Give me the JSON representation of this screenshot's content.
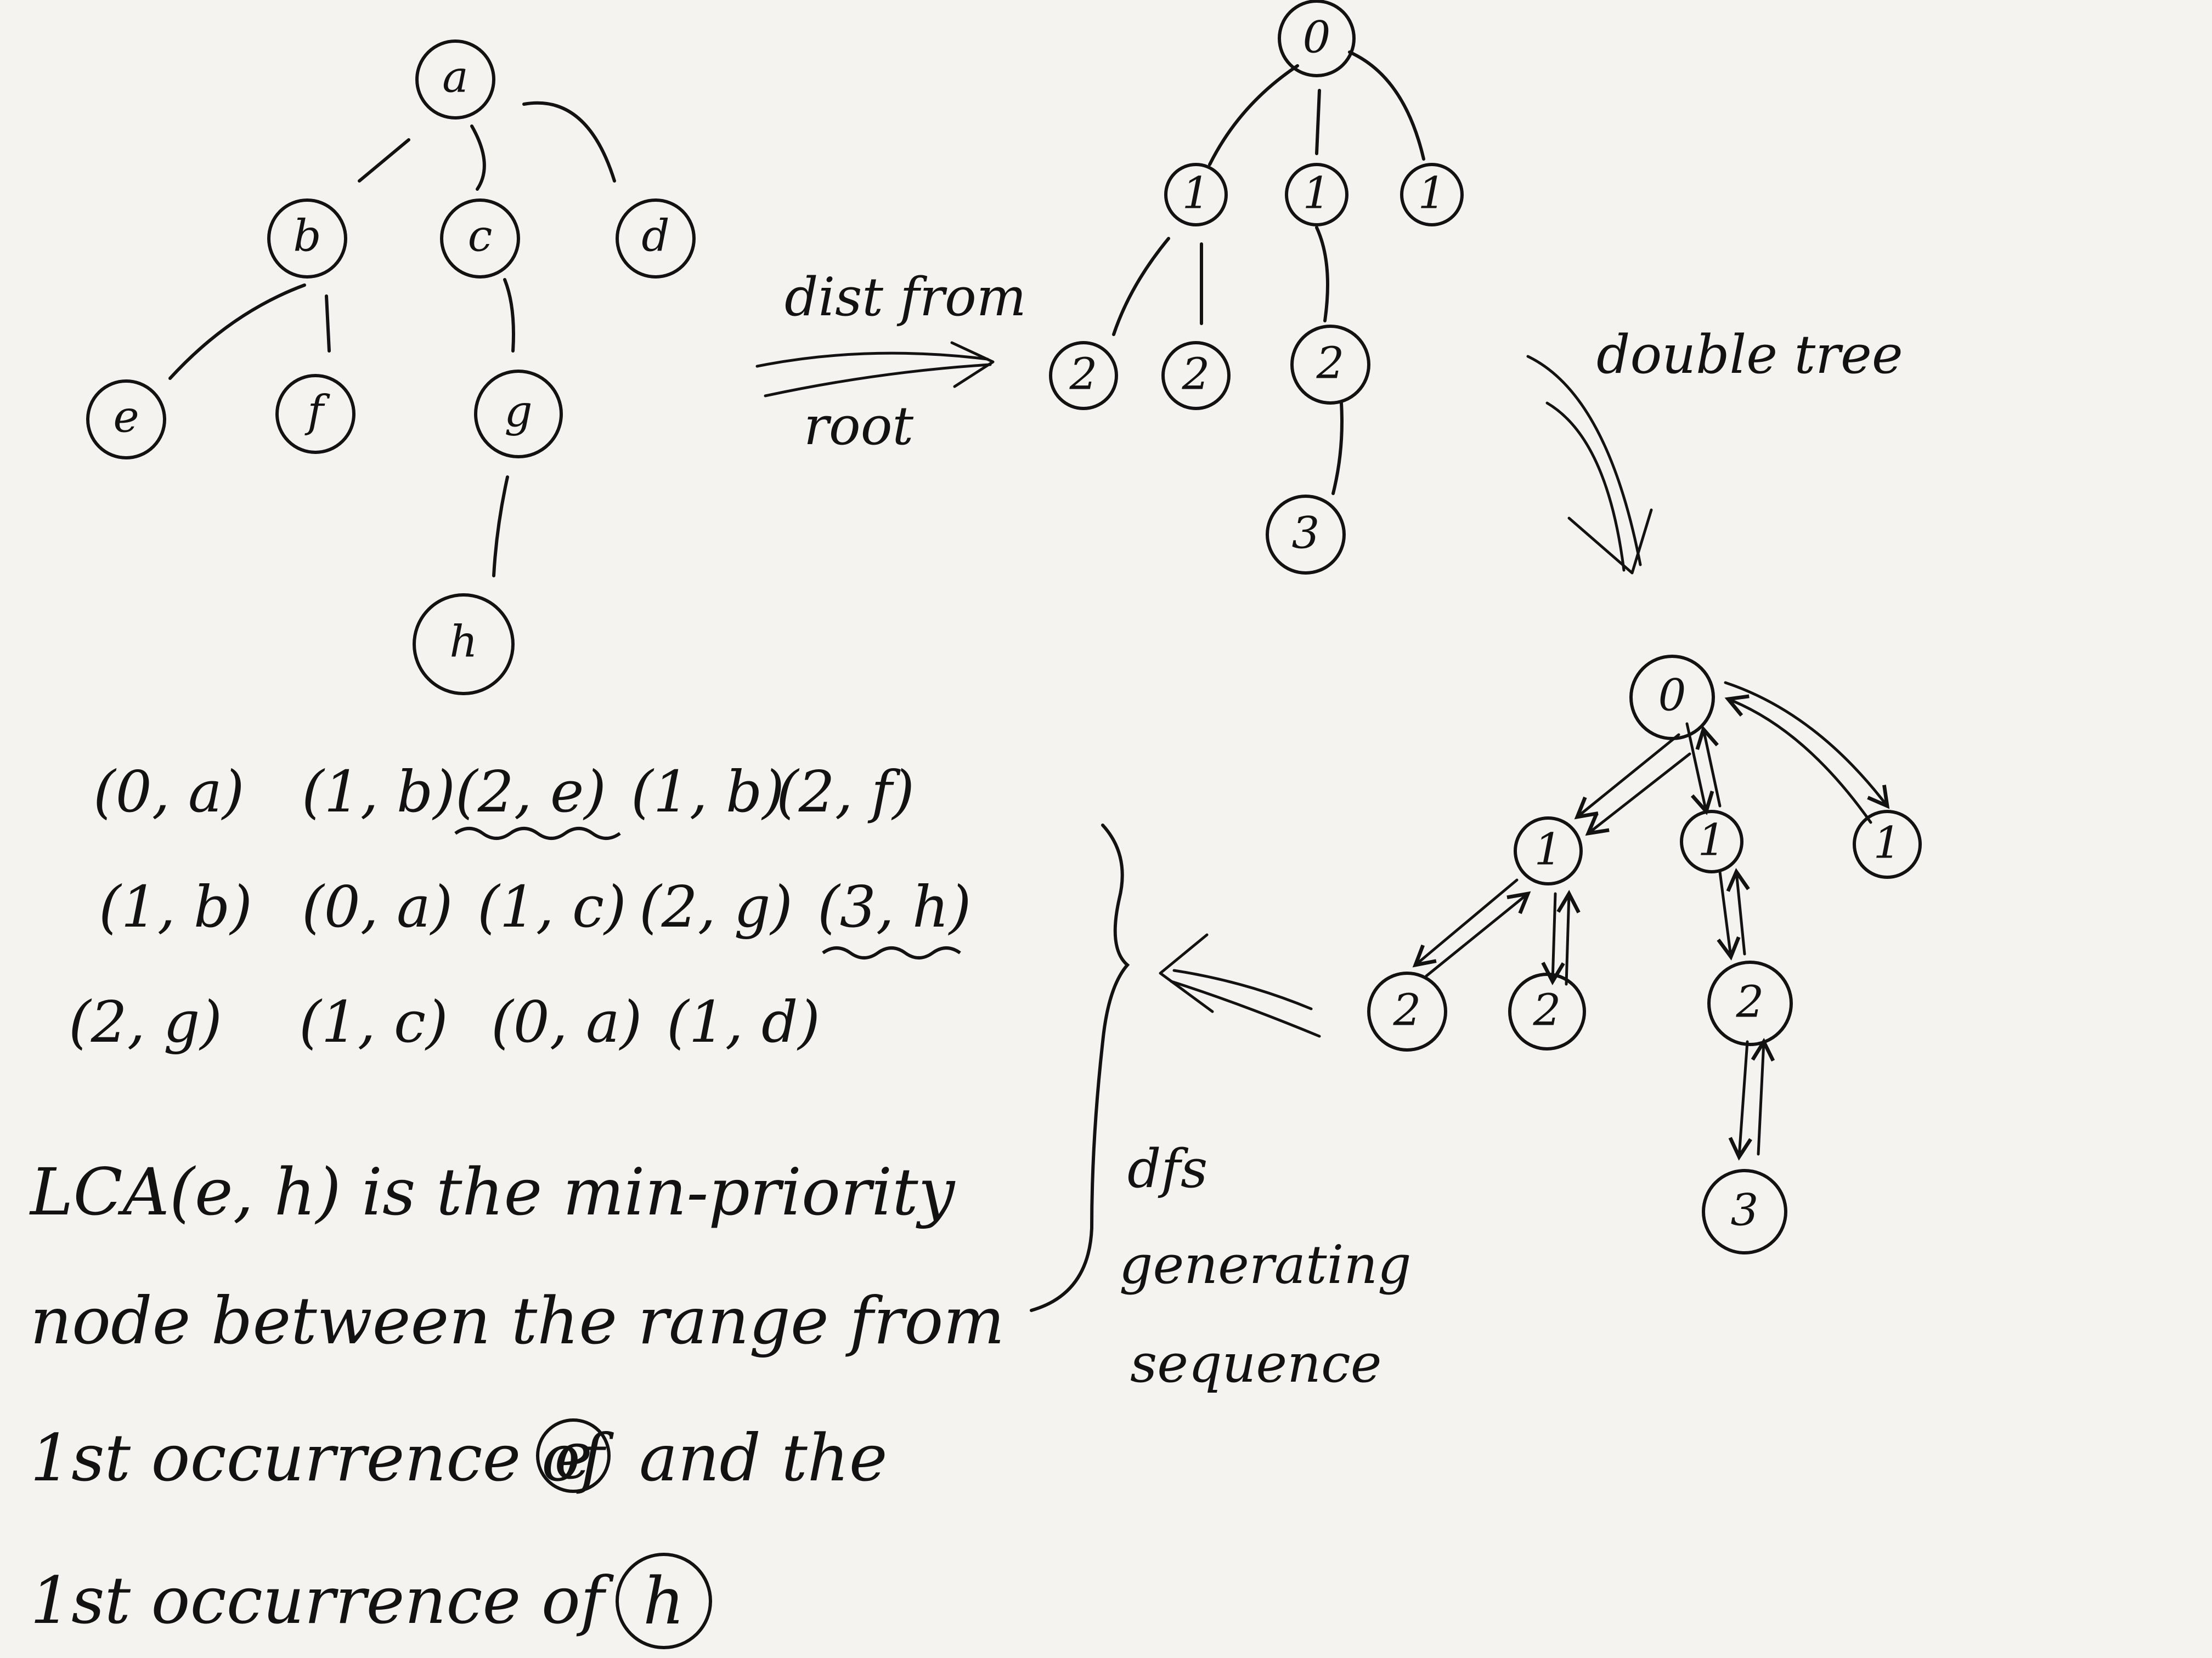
{
  "letter_tree": {
    "nodes": {
      "a": "a",
      "b": "b",
      "c": "c",
      "d": "d",
      "e": "e",
      "f": "f",
      "g": "g",
      "h": "h"
    }
  },
  "depth_tree": {
    "root": "0",
    "d1_left": "1",
    "d1_mid": "1",
    "d1_right": "1",
    "d2_left": "2",
    "d2_mid": "2",
    "d2_right": "2",
    "d3": "3"
  },
  "double_tree": {
    "root": "0",
    "d1_left": "1",
    "d1_mid": "1",
    "d1_right": "1",
    "d2_left": "2",
    "d2_mid": "2",
    "d2_right": "2",
    "d3": "3"
  },
  "labels": {
    "dist_from": "dist from",
    "root": "root",
    "double_tree": "double tree",
    "dfs": "dfs",
    "generating": "generating",
    "sequence": "sequence"
  },
  "sequence": [
    [
      "(0, a)",
      "(1, b)",
      "(2, e)",
      "(1, b)",
      "(2, f)"
    ],
    [
      "(1, b)",
      "(0, a)",
      "(1, c)",
      "(2, g)",
      "(3, h)"
    ],
    [
      "(2, g)",
      "(1, c)",
      "(0, a)",
      "(1, d)"
    ]
  ],
  "note": {
    "line1": "LCA(e, h)  is the min-priority",
    "line2": "node between the range from",
    "line3a": "1st occurrence of",
    "line3_node": "e",
    "line3b": "and the",
    "line4a": "1st occurrence of",
    "line4_node": "h"
  }
}
